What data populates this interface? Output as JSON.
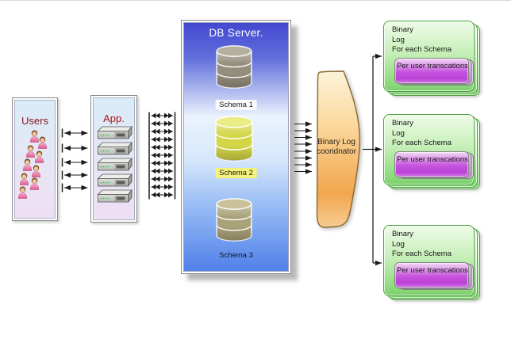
{
  "users": {
    "label": "Users",
    "icon": "person-icon",
    "person_count": 9
  },
  "app": {
    "label": "App.",
    "icon": "server-icon",
    "server_count": 5
  },
  "db": {
    "label": "DB Server.",
    "schemas": [
      {
        "label": "Schema 1",
        "cylinder_color": "#958e7d"
      },
      {
        "label": "Schema 2",
        "cylinder_color": "#d3d647"
      },
      {
        "label": "Schema 3",
        "cylinder_color": "#aaa279"
      }
    ]
  },
  "coordinator": {
    "label": "Binary Log cooridnator",
    "fill": "#f2a64d"
  },
  "logs": [
    {
      "label": "Binary\nLog\nFor each Schema",
      "inner_label": "Per user transcations"
    },
    {
      "label": "Binary\nLog\nFor each Schema",
      "inner_label": "Per user transcations"
    },
    {
      "label": "Binary\nLog\nFor each Schema",
      "inner_label": "Per user transcations"
    }
  ],
  "connections": {
    "users_to_app_arrows": 5,
    "app_to_db_arrows": 11,
    "db_to_coordinator_arrows": 8,
    "coordinator_to_logs_branches": 3
  },
  "colors": {
    "panel_gradient_top": "#d9ecf8",
    "panel_gradient_bottom": "#efdff3",
    "db_gradient_top": "#4145cf",
    "db_gradient_bottom": "#4e7ee9",
    "log_box_green": "#84d674",
    "transactions_purple": "#c24fd9",
    "schema2_chip": "#f5f37c",
    "title_red": "#8e1414"
  }
}
